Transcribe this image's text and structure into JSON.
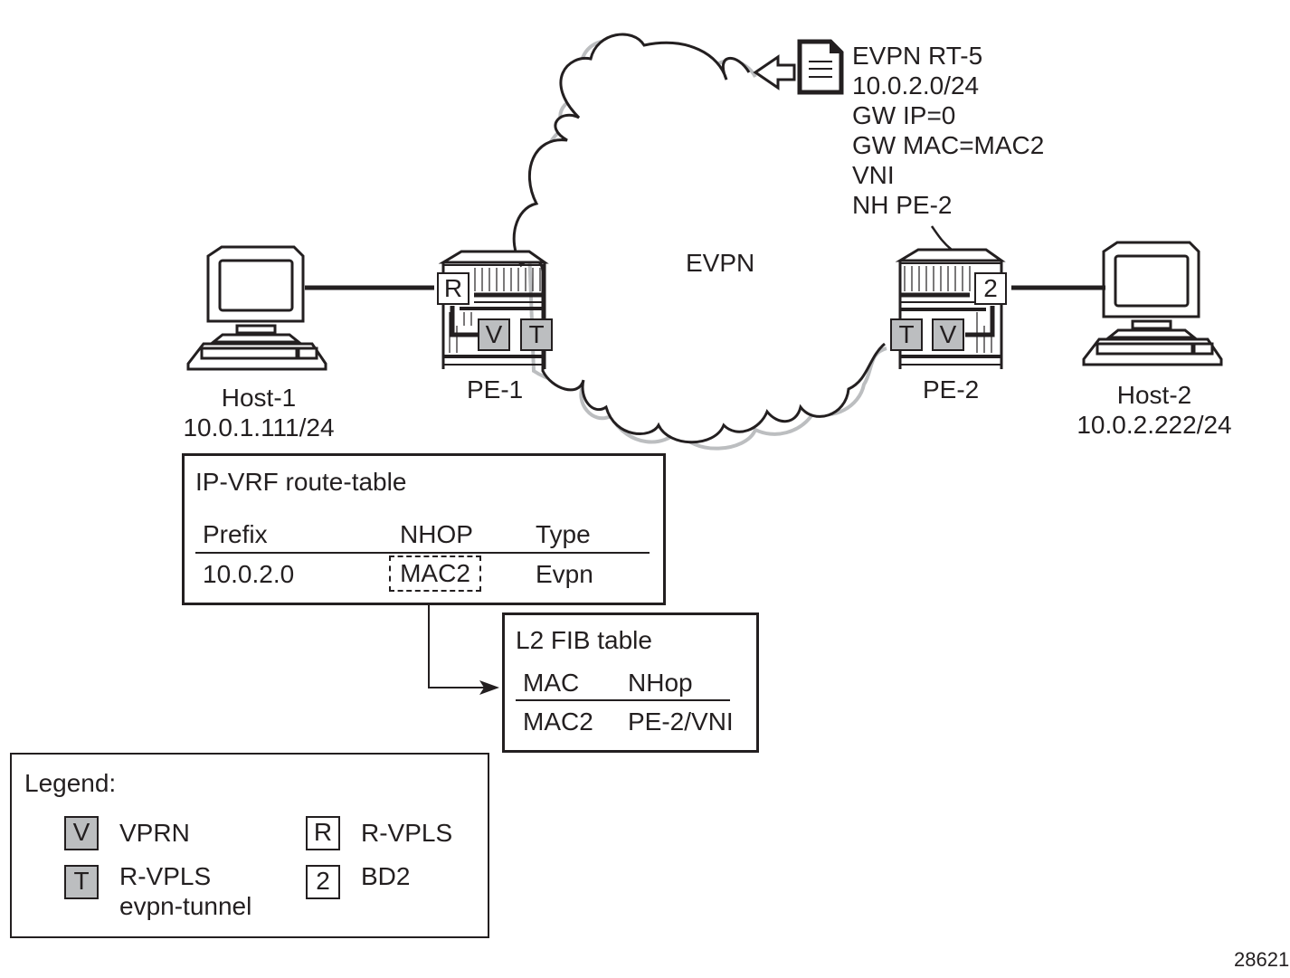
{
  "figure_id": "28621",
  "cloud": {
    "label": "EVPN"
  },
  "route_advert": {
    "icon": "document-icon",
    "arrow_icon": "hollow-arrow-left-icon",
    "lines": [
      "EVPN RT-5",
      "10.0.2.0/24",
      "GW IP=0",
      "GW MAC=MAC2",
      "VNI",
      "NH PE-2"
    ]
  },
  "hosts": [
    {
      "name": "Host-1",
      "ip": "10.0.1.111/24",
      "icon": "computer-icon"
    },
    {
      "name": "Host-2",
      "ip": "10.0.2.222/24",
      "icon": "computer-icon"
    }
  ],
  "routers": [
    {
      "name": "PE-1",
      "icon": "router-icon",
      "tags": [
        "R",
        "V",
        "T"
      ]
    },
    {
      "name": "PE-2",
      "icon": "router-icon",
      "tags": [
        "2",
        "T",
        "V"
      ]
    }
  ],
  "ip_vrf_table": {
    "title": "IP-VRF route-table",
    "columns": [
      "Prefix",
      "NHOP",
      "Type"
    ],
    "rows": [
      [
        "10.0.2.0",
        "MAC2",
        "Evpn"
      ]
    ]
  },
  "l2_fib_table": {
    "title": "L2 FIB table",
    "columns": [
      "MAC",
      "NHop"
    ],
    "rows": [
      [
        "MAC2",
        "PE-2/VNI"
      ]
    ]
  },
  "legend": {
    "title": "Legend:",
    "items": [
      {
        "symbol": "V",
        "style": "grey",
        "label": "VPRN"
      },
      {
        "symbol": "T",
        "style": "grey",
        "label": "R-VPLS",
        "label2": "evpn-tunnel"
      },
      {
        "symbol": "R",
        "style": "white",
        "label": "R-VPLS"
      },
      {
        "symbol": "2",
        "style": "white",
        "label": "BD2"
      }
    ]
  },
  "colors": {
    "line": "#231f20",
    "service_grey": "#bcbec0",
    "cloud_shadow": "#bcbec0"
  }
}
